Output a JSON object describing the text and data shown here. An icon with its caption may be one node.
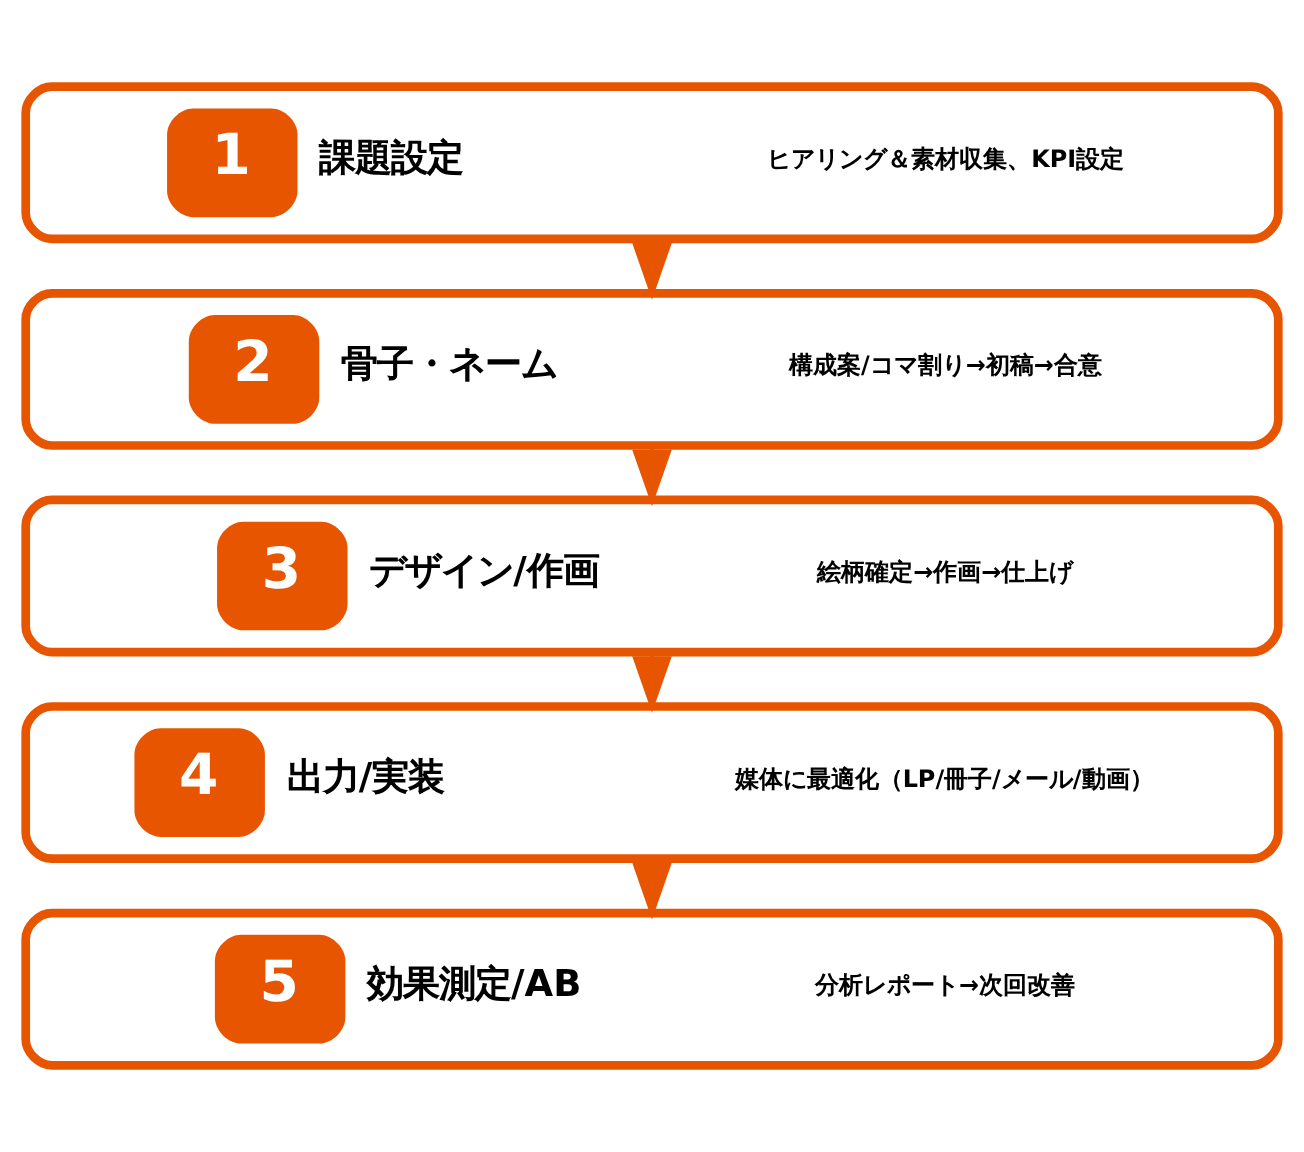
{
  "diagram": {
    "nodes": [
      {
        "text": [
          "1",
          "課題設定",
          "ヒアリング＆素材収集、KPI設定"
        ]
      },
      {
        "text": [
          "2",
          "骨子・ネーム",
          "構成案/コマ割り→初稿→合意"
        ]
      },
      {
        "text": [
          "3",
          "デザイン/作画",
          "絵柄確定→作画→仕上げ"
        ]
      },
      {
        "text": [
          "4",
          "出力/実装",
          "媒体に最適化（LP/冊子/メール/動画）"
        ]
      },
      {
        "text": [
          "5",
          "効果測定/AB",
          "分析レポート→次回改善"
        ]
      }
    ],
    "edges": [
      {
        "from": 0,
        "to": 1,
        "arrow": "to"
      },
      {
        "from": 1,
        "to": 2,
        "arrow": "to"
      },
      {
        "from": 2,
        "to": 3,
        "arrow": "to"
      },
      {
        "from": 3,
        "to": 4,
        "arrow": "to"
      }
    ]
  }
}
